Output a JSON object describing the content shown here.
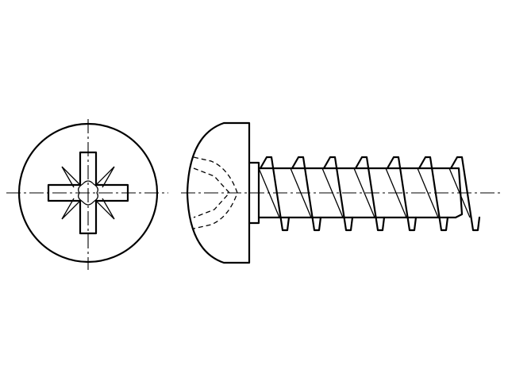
{
  "drawing": {
    "subject": "phillips-pan-head-self-tapping-screw",
    "views": [
      "head-top-view",
      "side-view"
    ],
    "thread_turns": 7,
    "colors": {
      "line": "#000000",
      "background": "#ffffff"
    }
  }
}
